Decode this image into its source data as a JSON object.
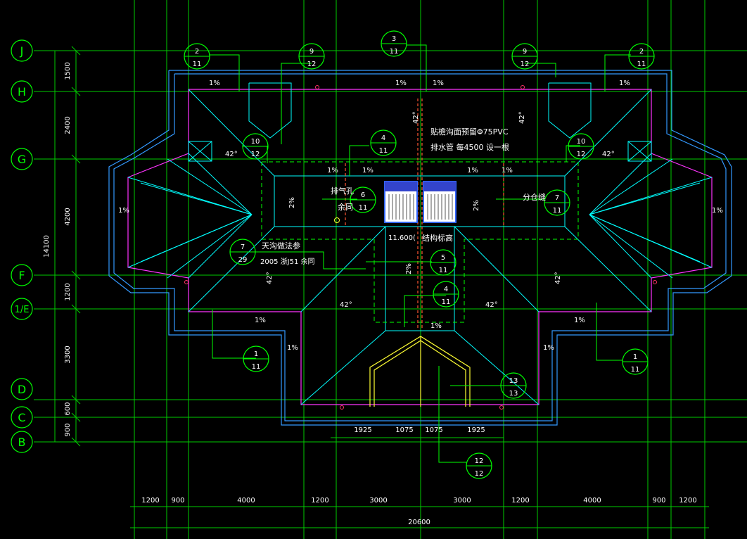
{
  "colors": {
    "background": "#000000",
    "grid": "#00ff00",
    "roof_lines": "#00ffff",
    "roof_edge": "#ff33ff",
    "parapet": "#3399ff",
    "dormer": "#ffff33",
    "annotation_text": "#ffffff",
    "red_marks": "#ff4444",
    "drain_line": "#ffaa33"
  },
  "axes": {
    "rows": [
      {
        "label": "J"
      },
      {
        "label": "H"
      },
      {
        "label": "G"
      },
      {
        "label": "F"
      },
      {
        "label": "1/E"
      },
      {
        "label": "D"
      },
      {
        "label": "C"
      },
      {
        "label": "B"
      }
    ],
    "left_dims": [
      "1500",
      "2400",
      "4200",
      "1200",
      "3300",
      "600",
      "900"
    ],
    "left_total": "14100",
    "bottom_dims": [
      "1200",
      "900",
      "4000",
      "1200",
      "3000",
      "3000",
      "1200",
      "4000",
      "900",
      "1200"
    ],
    "bottom_total": "20600",
    "inner_dims": [
      "1925",
      "1075",
      "1075",
      "1925"
    ]
  },
  "slopes": [
    {
      "text": "1%"
    },
    {
      "text": "1%"
    },
    {
      "text": "1%"
    },
    {
      "text": "1%"
    },
    {
      "text": "1%"
    },
    {
      "text": "1%"
    },
    {
      "text": "1%"
    },
    {
      "text": "1%"
    },
    {
      "text": "1%"
    },
    {
      "text": "1%"
    },
    {
      "text": "1%"
    },
    {
      "text": "1%"
    },
    {
      "text": "1%"
    },
    {
      "text": "1%"
    },
    {
      "text": "2%"
    },
    {
      "text": "2%"
    },
    {
      "text": "2%"
    },
    {
      "text": "42°"
    },
    {
      "text": "42°"
    },
    {
      "text": "42°"
    },
    {
      "text": "42°"
    },
    {
      "text": "42°"
    },
    {
      "text": "42°"
    },
    {
      "text": "42°"
    },
    {
      "text": "42°"
    }
  ],
  "notes": [
    {
      "text": "贴檐沟面预留Φ75PVC"
    },
    {
      "text": "排水管 每4500  设一根"
    },
    {
      "text": "排气孔"
    },
    {
      "text": "余同"
    },
    {
      "text": "分仓缝"
    },
    {
      "text": "11.600("
    },
    {
      "text": "结构标高"
    },
    {
      "text": "天沟做法参"
    },
    {
      "text": "2005   浙J51  余同"
    }
  ],
  "detail_callouts": [
    {
      "top": "2",
      "bottom": "11"
    },
    {
      "top": "9",
      "bottom": "12"
    },
    {
      "top": "3",
      "bottom": "11"
    },
    {
      "top": "9",
      "bottom": "12"
    },
    {
      "top": "2",
      "bottom": "11"
    },
    {
      "top": "10",
      "bottom": "12"
    },
    {
      "top": "4",
      "bottom": "11"
    },
    {
      "top": "10",
      "bottom": "12"
    },
    {
      "top": "6",
      "bottom": "11"
    },
    {
      "top": "7",
      "bottom": "11"
    },
    {
      "top": "7",
      "bottom": "29"
    },
    {
      "top": "5",
      "bottom": "11"
    },
    {
      "top": "4",
      "bottom": "11"
    },
    {
      "top": "1",
      "bottom": "11"
    },
    {
      "top": "1",
      "bottom": "11"
    },
    {
      "top": "13",
      "bottom": "13"
    },
    {
      "top": "12",
      "bottom": "12"
    }
  ]
}
